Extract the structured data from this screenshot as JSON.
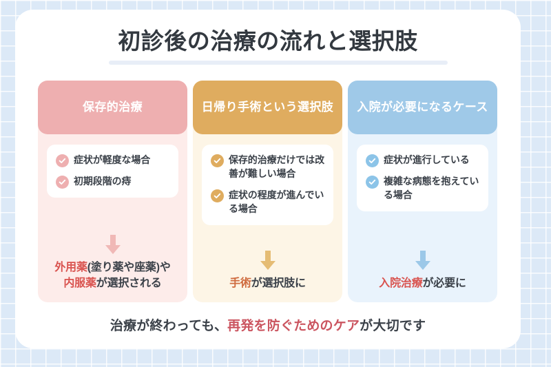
{
  "title": "初診後の治療の流れと選択肢",
  "columns": [
    {
      "key": "conservative",
      "header": "保存的治療",
      "accent": "#eeafb0",
      "body_bg": "#fdecea",
      "items": [
        "症状が軽度な場合",
        "初期段階の痔"
      ],
      "arrow_color": "#f0b8b6",
      "conclusion": {
        "line1_highlight": "外用薬",
        "line1_rest": "(塗り薬や座薬)や",
        "line2_highlight": "内服薬",
        "line2_rest": "が選択される"
      }
    },
    {
      "key": "day-surgery",
      "header": "日帰り手術という選択肢",
      "accent": "#dfac5f",
      "body_bg": "#fdf5e6",
      "items": [
        "保存的治療だけでは改善が難しい場合",
        "症状の程度が進んでいる場合"
      ],
      "arrow_color": "#e5bc74",
      "conclusion": {
        "line1_highlight": "手術",
        "line1_rest": "が選択肢に",
        "line2_highlight": "",
        "line2_rest": ""
      }
    },
    {
      "key": "hospitalization",
      "header": "入院が必要になるケース",
      "accent": "#9fc9e8",
      "body_bg": "#e9f3fc",
      "items": [
        "症状が進行している",
        "複雑な病態を抱えている場合"
      ],
      "arrow_color": "#9cc8e8",
      "conclusion": {
        "line1_highlight": "入院治療",
        "line1_rest": "が必要に",
        "line2_highlight": "",
        "line2_rest": ""
      }
    }
  ],
  "footer": {
    "prefix": "治療が終わっても、",
    "highlight": "再発を防ぐためのケア",
    "suffix": "が大切です"
  },
  "icons": {
    "check": "check-circle-icon",
    "arrow": "arrow-down-icon"
  }
}
